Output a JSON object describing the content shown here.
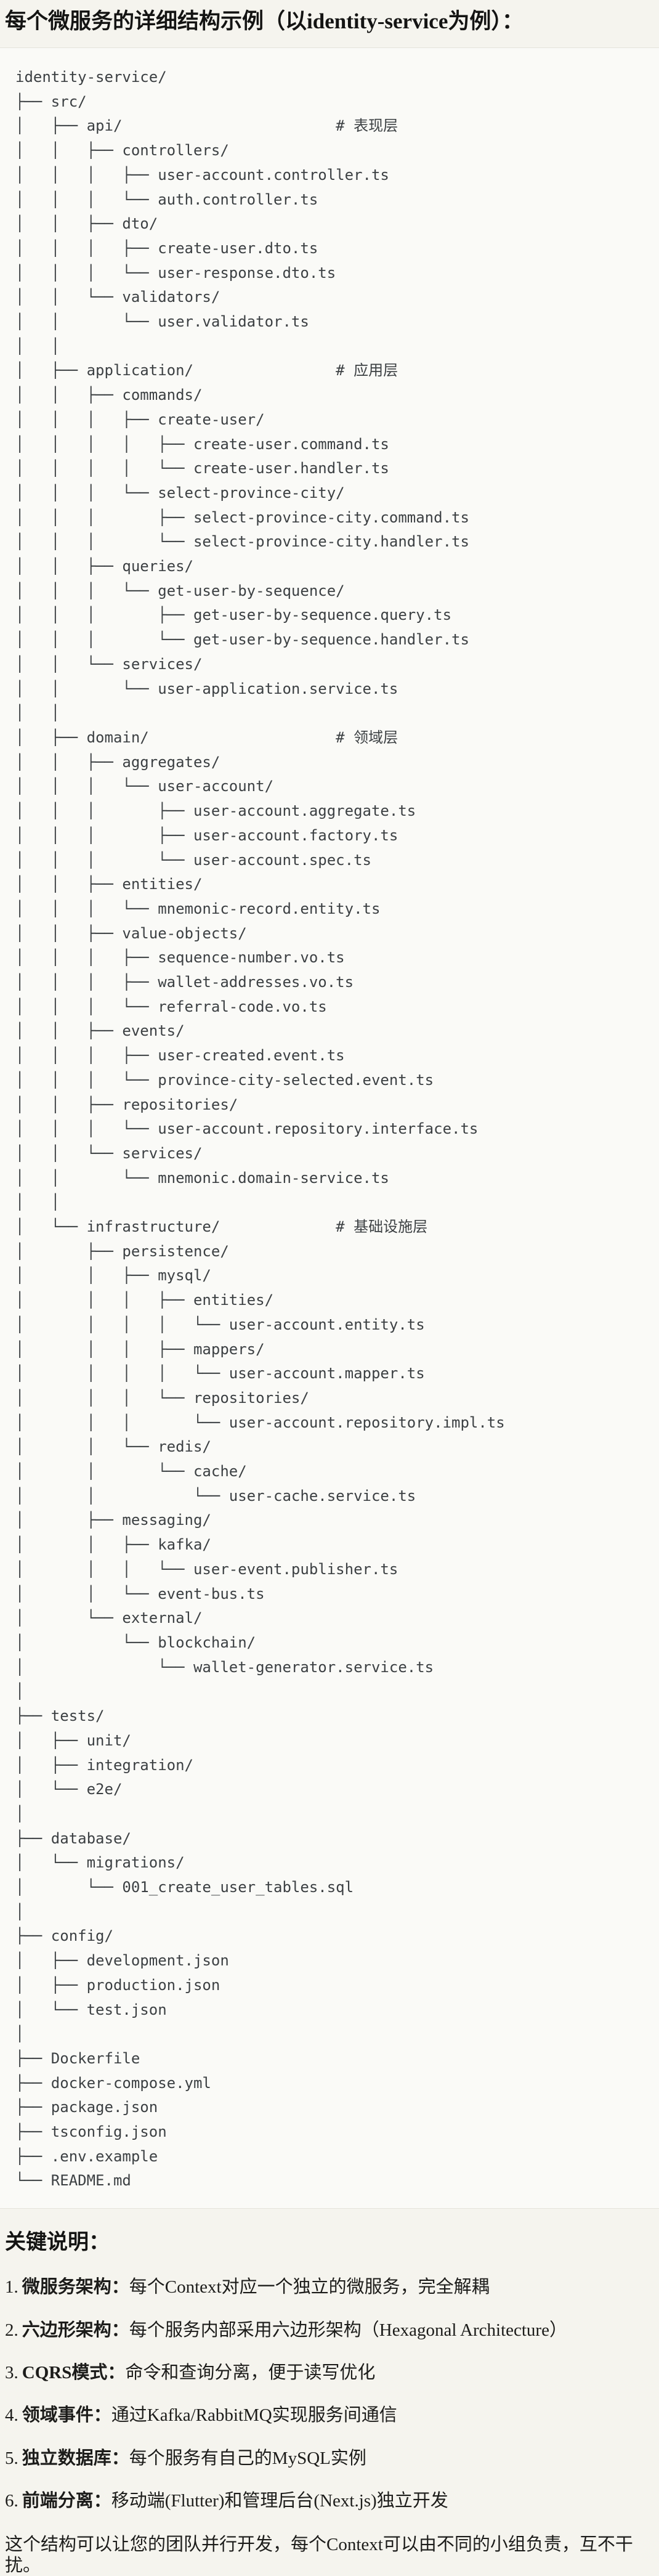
{
  "title": "每个微服务的详细结构示例（以identity-service为例）：",
  "colors": {
    "page_background": "#f5f4ee",
    "code_background": "#fafaf7",
    "divider": "#e5e3db",
    "code_text": "#3c4043",
    "heading_text": "#141413",
    "body_text": "#1c1c1a"
  },
  "code_block": {
    "language": "plain-text-tree",
    "tree_lines": [
      "identity-service/",
      "├── src/",
      "│   ├── api/                        # 表现层",
      "│   │   ├── controllers/",
      "│   │   │   ├── user-account.controller.ts",
      "│   │   │   └── auth.controller.ts",
      "│   │   ├── dto/",
      "│   │   │   ├── create-user.dto.ts",
      "│   │   │   └── user-response.dto.ts",
      "│   │   └── validators/",
      "│   │       └── user.validator.ts",
      "│   │",
      "│   ├── application/                # 应用层",
      "│   │   ├── commands/",
      "│   │   │   ├── create-user/",
      "│   │   │   │   ├── create-user.command.ts",
      "│   │   │   │   └── create-user.handler.ts",
      "│   │   │   └── select-province-city/",
      "│   │   │       ├── select-province-city.command.ts",
      "│   │   │       └── select-province-city.handler.ts",
      "│   │   ├── queries/",
      "│   │   │   └── get-user-by-sequence/",
      "│   │   │       ├── get-user-by-sequence.query.ts",
      "│   │   │       └── get-user-by-sequence.handler.ts",
      "│   │   └── services/",
      "│   │       └── user-application.service.ts",
      "│   │",
      "│   ├── domain/                     # 领域层",
      "│   │   ├── aggregates/",
      "│   │   │   └── user-account/",
      "│   │   │       ├── user-account.aggregate.ts",
      "│   │   │       ├── user-account.factory.ts",
      "│   │   │       └── user-account.spec.ts",
      "│   │   ├── entities/",
      "│   │   │   └── mnemonic-record.entity.ts",
      "│   │   ├── value-objects/",
      "│   │   │   ├── sequence-number.vo.ts",
      "│   │   │   ├── wallet-addresses.vo.ts",
      "│   │   │   └── referral-code.vo.ts",
      "│   │   ├── events/",
      "│   │   │   ├── user-created.event.ts",
      "│   │   │   └── province-city-selected.event.ts",
      "│   │   ├── repositories/",
      "│   │   │   └── user-account.repository.interface.ts",
      "│   │   └── services/",
      "│   │       └── mnemonic.domain-service.ts",
      "│   │",
      "│   └── infrastructure/             # 基础设施层",
      "│       ├── persistence/",
      "│       │   ├── mysql/",
      "│       │   │   ├── entities/",
      "│       │   │   │   └── user-account.entity.ts",
      "│       │   │   ├── mappers/",
      "│       │   │   │   └── user-account.mapper.ts",
      "│       │   │   └── repositories/",
      "│       │   │       └── user-account.repository.impl.ts",
      "│       │   └── redis/",
      "│       │       └── cache/",
      "│       │           └── user-cache.service.ts",
      "│       ├── messaging/",
      "│       │   ├── kafka/",
      "│       │   │   └── user-event.publisher.ts",
      "│       │   └── event-bus.ts",
      "│       └── external/",
      "│           └── blockchain/",
      "│               └── wallet-generator.service.ts",
      "│",
      "├── tests/",
      "│   ├── unit/",
      "│   ├── integration/",
      "│   └── e2e/",
      "│",
      "├── database/",
      "│   └── migrations/",
      "│       └── 001_create_user_tables.sql",
      "│",
      "├── config/",
      "│   ├── development.json",
      "│   ├── production.json",
      "│   └── test.json",
      "│",
      "├── Dockerfile",
      "├── docker-compose.yml",
      "├── package.json",
      "├── tsconfig.json",
      "├── .env.example",
      "└── README.md"
    ]
  },
  "notes": {
    "heading": "关键说明：",
    "items": [
      {
        "num": "1.",
        "term": "微服务架构",
        "colon": "：",
        "desc": "每个Context对应一个独立的微服务，完全解耦"
      },
      {
        "num": "2.",
        "term": "六边形架构",
        "colon": "：",
        "desc": "每个服务内部采用六边形架构（Hexagonal Architecture）"
      },
      {
        "num": "3.",
        "term": "CQRS模式",
        "colon": "：",
        "desc": "命令和查询分离，便于读写优化"
      },
      {
        "num": "4.",
        "term": "领域事件",
        "colon": "：",
        "desc": "通过Kafka/RabbitMQ实现服务间通信"
      },
      {
        "num": "5.",
        "term": "独立数据库",
        "colon": "：",
        "desc": "每个服务有自己的MySQL实例"
      },
      {
        "num": "6.",
        "term": "前端分离",
        "colon": "：",
        "desc": "移动端(Flutter)和管理后台(Next.js)独立开发"
      }
    ],
    "footer": "这个结构可以让您的团队并行开发，每个Context可以由不同的小组负责，互不干扰。"
  }
}
